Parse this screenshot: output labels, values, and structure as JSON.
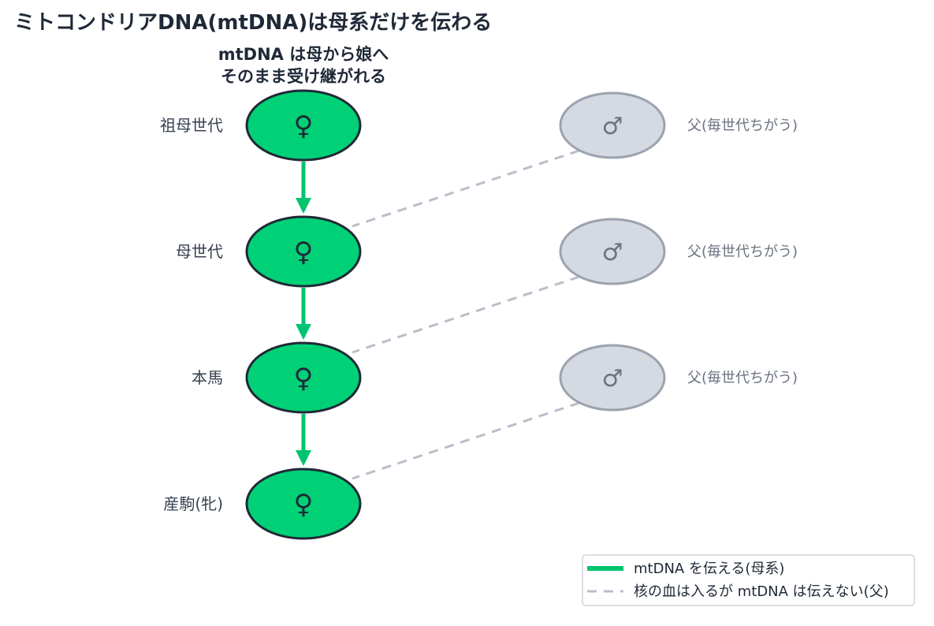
{
  "title": "ミトコンドリアDNA(mtDNA)は母系だけを伝わる",
  "subtitle_lines": [
    "mtDNA は母から娘へ",
    "そのまま受け継がれる"
  ],
  "female_symbol": "♀",
  "male_symbol": "♂",
  "generations": [
    {
      "label": "祖母世代"
    },
    {
      "label": "母世代"
    },
    {
      "label": "本馬"
    },
    {
      "label": "産駒(牝)"
    }
  ],
  "fathers": [
    {
      "label": "父(毎世代ちがう)"
    },
    {
      "label": "父(毎世代ちがう)"
    },
    {
      "label": "父(毎世代ちがう)"
    }
  ],
  "legend": {
    "items": [
      {
        "label": "mtDNA を伝える(母系)",
        "style": "solid"
      },
      {
        "label": "核の血は入るが mtDNA は伝えない(父)",
        "style": "dashed"
      }
    ]
  },
  "colors": {
    "female_fill": "#00d176",
    "female_stroke": "#1f2937",
    "male_fill": "#d4d9e2",
    "male_stroke": "#9ca3af",
    "maternal_arrow": "#00c46f",
    "paternal_dash": "#b8bfc9",
    "title_text": "#1f2937"
  },
  "icons": [
    "female-symbol-icon",
    "male-symbol-icon",
    "arrow-down-icon"
  ]
}
